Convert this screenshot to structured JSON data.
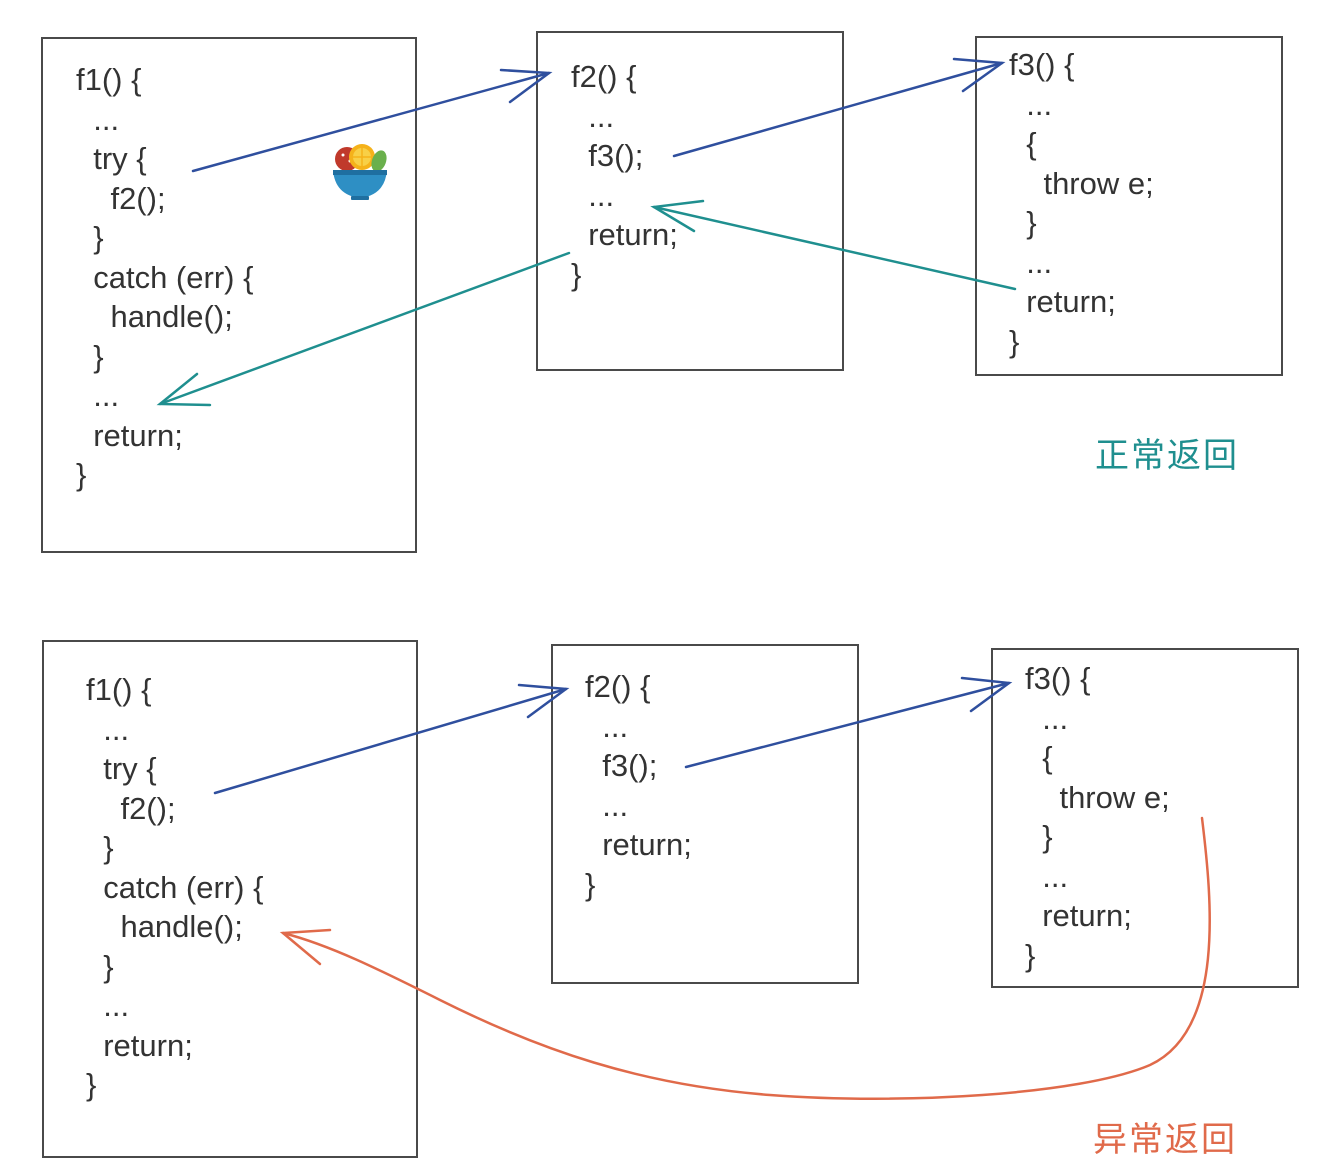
{
  "colors": {
    "call_arrow": "#2f4f9e",
    "normal_return": "#1f8f8f",
    "exception_return": "#e06a4a",
    "box_border": "#4a4a4a",
    "code_text": "#333333"
  },
  "top": {
    "f1_lines": [
      "f1() {",
      "  ...",
      "  try {",
      "    f2();",
      "  }",
      "  catch (err) {",
      "    handle();",
      "  }",
      "  ...",
      "  return;",
      "}"
    ],
    "f2_lines": [
      "f2() {",
      "  ...",
      "  f3();",
      "  ...",
      "  return;",
      "}"
    ],
    "f3_lines": [
      "f3() {",
      "  ...",
      "  {",
      "    throw e;",
      "  }",
      "  ...",
      "  return;",
      "}"
    ],
    "label": "正常返回",
    "icon": "salad-bowl-icon"
  },
  "bottom": {
    "f1_lines": [
      "f1() {",
      "  ...",
      "  try {",
      "    f2();",
      "  }",
      "  catch (err) {",
      "    handle();",
      "  }",
      "  ...",
      "  return;",
      "}"
    ],
    "f2_lines": [
      "f2() {",
      "  ...",
      "  f3();",
      "  ...",
      "  return;",
      "}"
    ],
    "f3_lines": [
      "f3() {",
      "  ...",
      "  {",
      "    throw e;",
      "  }",
      "  ...",
      "  return;",
      "}"
    ],
    "label": "异常返回"
  }
}
